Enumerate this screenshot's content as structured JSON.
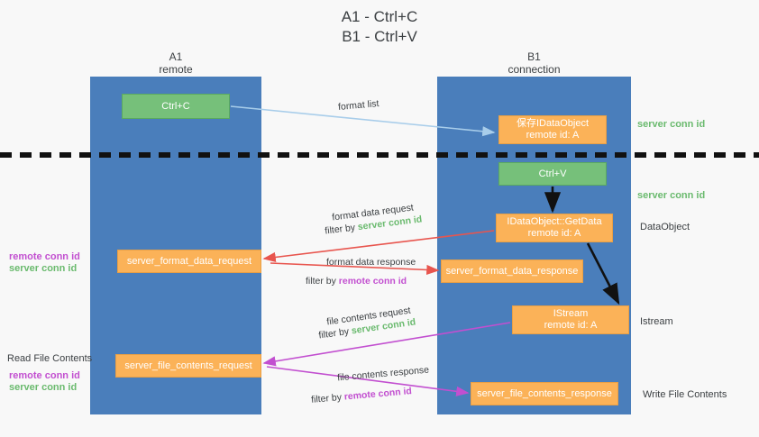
{
  "title_lines": [
    "A1 - Ctrl+C",
    "B1 - Ctrl+V"
  ],
  "colors": {
    "lane": "#4a7ebb",
    "green_box": "#76c07a",
    "orange_box": "#fbb258",
    "server_conn_id": "#6aba6e",
    "remote_conn_id": "#c24fd0",
    "arrow_lightblue": "#a8cdea",
    "arrow_red": "#e8554e",
    "arrow_magenta": "#c24fd0",
    "arrow_black": "#000000",
    "background": "#f8f8f8"
  },
  "lanes": [
    {
      "id": "A1",
      "subtitle": "remote"
    },
    {
      "id": "B1",
      "subtitle": "connection"
    }
  ],
  "boxes": {
    "ctrl_c": "Ctrl+C",
    "idataobject_save": {
      "line1": "保存IDataObject",
      "line2": "remote id: A"
    },
    "ctrl_v": "Ctrl+V",
    "getdata": {
      "line1": "IDataObject::GetData",
      "line2": "remote id: A"
    },
    "istream": {
      "line1": "IStream",
      "line2": "remote id: A"
    },
    "server_format_data_request": "server_format_data_request",
    "server_format_data_response": "server_format_data_response",
    "server_file_contents_request": "server_file_contents_request",
    "server_file_contents_response": "server_file_contents_response"
  },
  "edge_labels": {
    "format_list": "format list",
    "format_data_request": "format data request",
    "format_data_request_filter_prefix": "filter by ",
    "format_data_request_filter_value": "server conn id",
    "format_data_response": "format data response",
    "format_data_response_filter_prefix": "filter by ",
    "format_data_response_filter_value": "remote conn id",
    "file_contents_request": "file contents request",
    "file_contents_request_filter_prefix": "filter by ",
    "file_contents_request_filter_value": "server conn id",
    "file_contents_response": "file contents response",
    "file_contents_response_filter_prefix": "filter by ",
    "file_contents_response_filter_value": "remote conn id"
  },
  "right_labels": {
    "server_conn_id_top": "server conn id",
    "server_conn_id_mid": "server conn id",
    "data_object": "DataObject",
    "istream": "Istream",
    "write_file_contents": "Write File Contents"
  },
  "left_labels": {
    "read_file_contents": "Read File Contents",
    "remote_conn_id": "remote conn id",
    "server_conn_id": "server conn id"
  }
}
